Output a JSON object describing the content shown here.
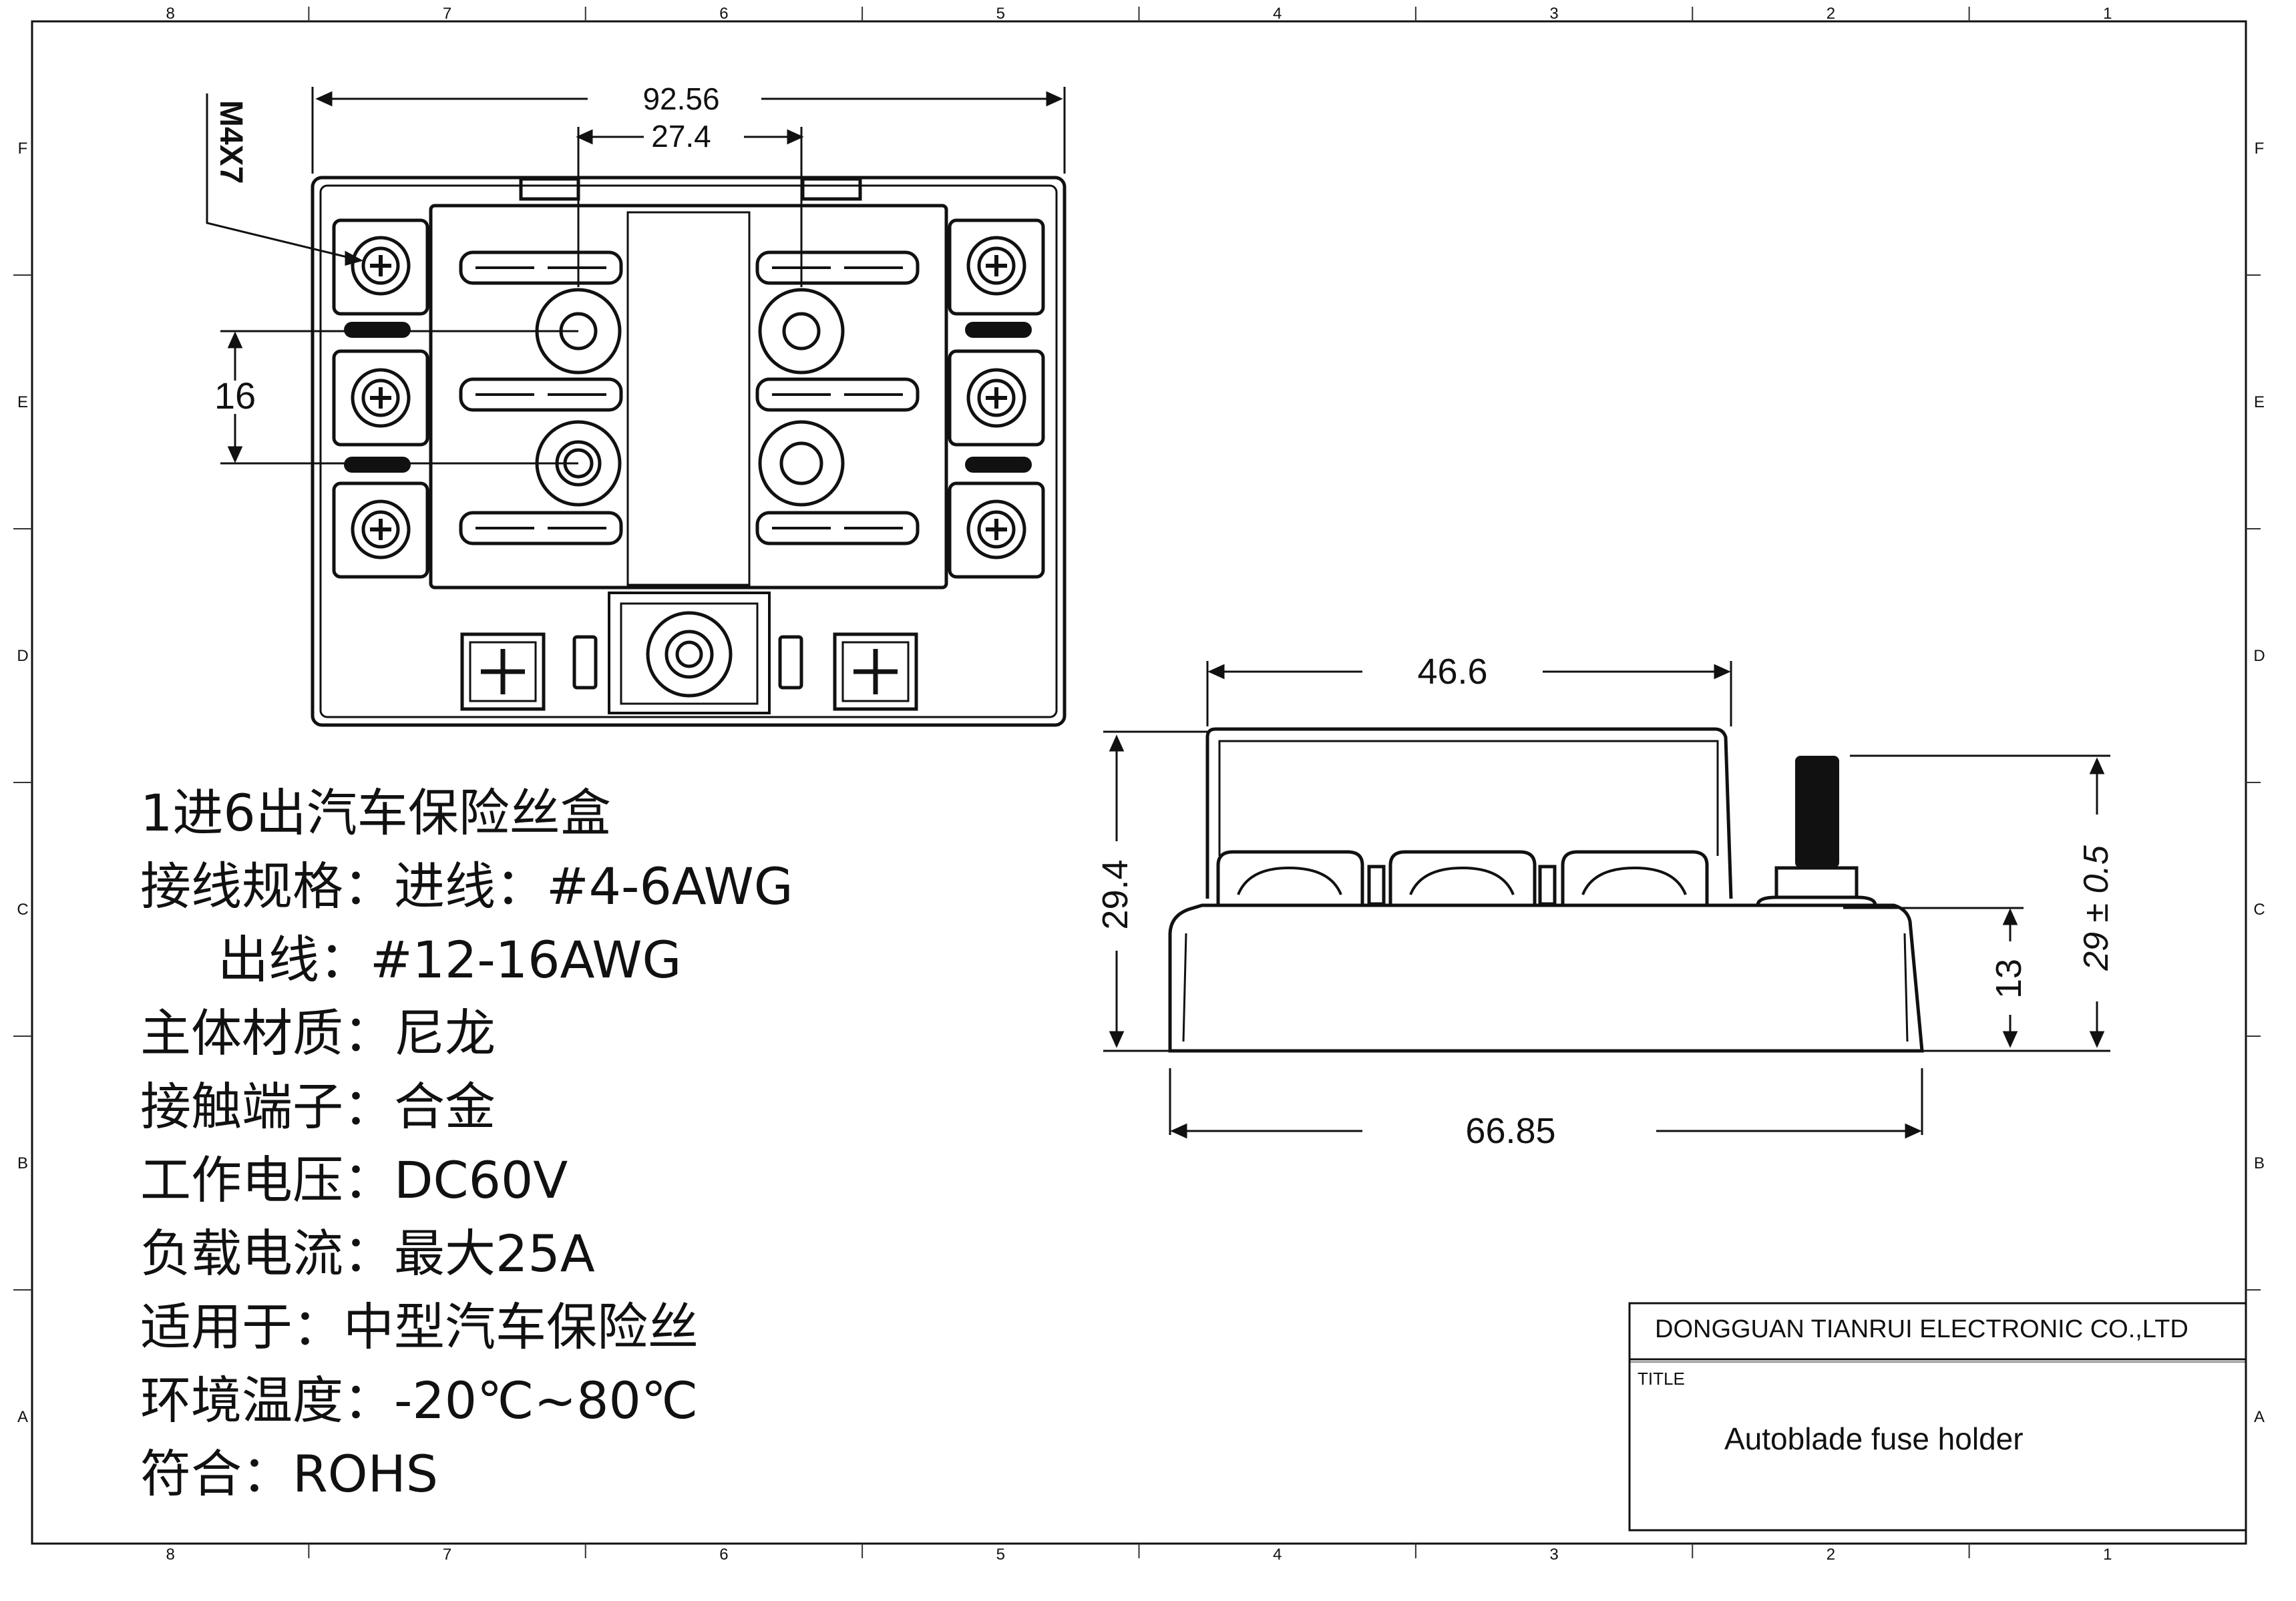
{
  "border": {
    "columns": [
      "8",
      "7",
      "6",
      "5",
      "4",
      "3",
      "2",
      "1"
    ],
    "rows": [
      "F",
      "E",
      "D",
      "C",
      "B",
      "A"
    ]
  },
  "top_view": {
    "screw_callout": "M4X7",
    "dim_width": "92.56",
    "dim_stud_spacing": "27.4",
    "dim_pitch": "16"
  },
  "side_view": {
    "dim_top_width": "46.6",
    "dim_base_width": "66.85",
    "dim_height": "29.4",
    "dim_base_height": "13",
    "dim_stud_height": "29 ± 0.5"
  },
  "specs": [
    "1进6出汽车保险丝盒",
    "接线规格：进线：#4-6AWG",
    "出线：#12-16AWG",
    "主体材质：尼龙",
    "接触端子：合金",
    "工作电压：DC60V",
    "负载电流：最大25A",
    "适用于：中型汽车保险丝",
    "环境温度：-20℃~80℃",
    "符合：ROHS"
  ],
  "title_block": {
    "company": "DONGGUAN TIANRUI ELECTRONIC CO.,LTD",
    "title_label": "TITLE",
    "title_value": "Autoblade fuse holder"
  }
}
